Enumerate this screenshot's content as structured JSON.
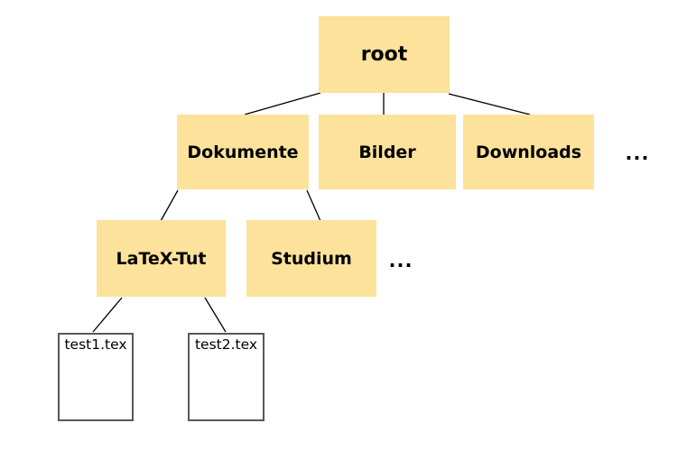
{
  "diagram": {
    "type": "tree",
    "colors": {
      "node-fill": "#fce29b",
      "edge": "#000000",
      "file-border": "#58585a",
      "text": "#000000",
      "background": "#ffffff"
    },
    "nodes": {
      "root": "root",
      "dokumente": "Dokumente",
      "bilder": "Bilder",
      "downloads": "Downloads",
      "latex_tut": "LaTeX-Tut",
      "studium": "Studium",
      "test1": "test1.tex",
      "test2": "test2.tex"
    },
    "ellipsis_level2": "...",
    "ellipsis_level3": "...",
    "tree": {
      "root": [
        "Dokumente",
        "Bilder",
        "Downloads",
        "..."
      ],
      "Dokumente": [
        "LaTeX-Tut",
        "Studium",
        "..."
      ],
      "LaTeX-Tut": [
        "test1.tex",
        "test2.tex"
      ]
    }
  }
}
